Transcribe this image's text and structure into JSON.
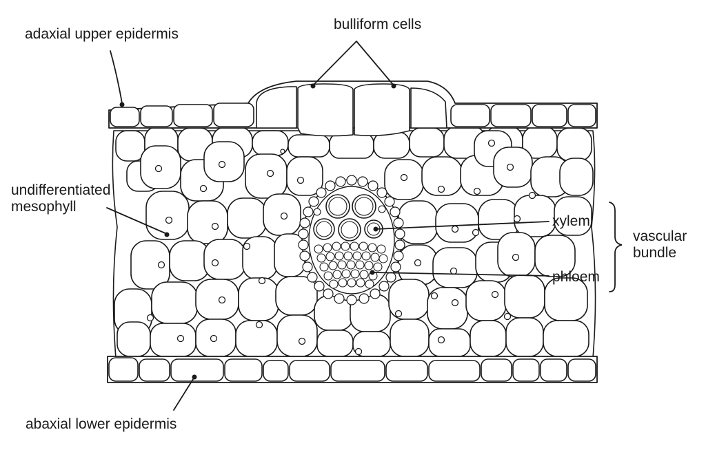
{
  "labels": {
    "adaxial_upper_epidermis": "adaxial upper epidermis",
    "bulliform_cells": "bulliform cells",
    "undifferentiated_mesophyll": "undifferentiated\nmesophyll",
    "xylem": "xylem",
    "phloem": "phloem",
    "vascular_bundle": "vascular\nbundle",
    "abaxial_lower_epidermis": "abaxial lower epidermis"
  },
  "colors": {
    "line": "#1a1a1a",
    "cell_fill": "#ffffff"
  }
}
